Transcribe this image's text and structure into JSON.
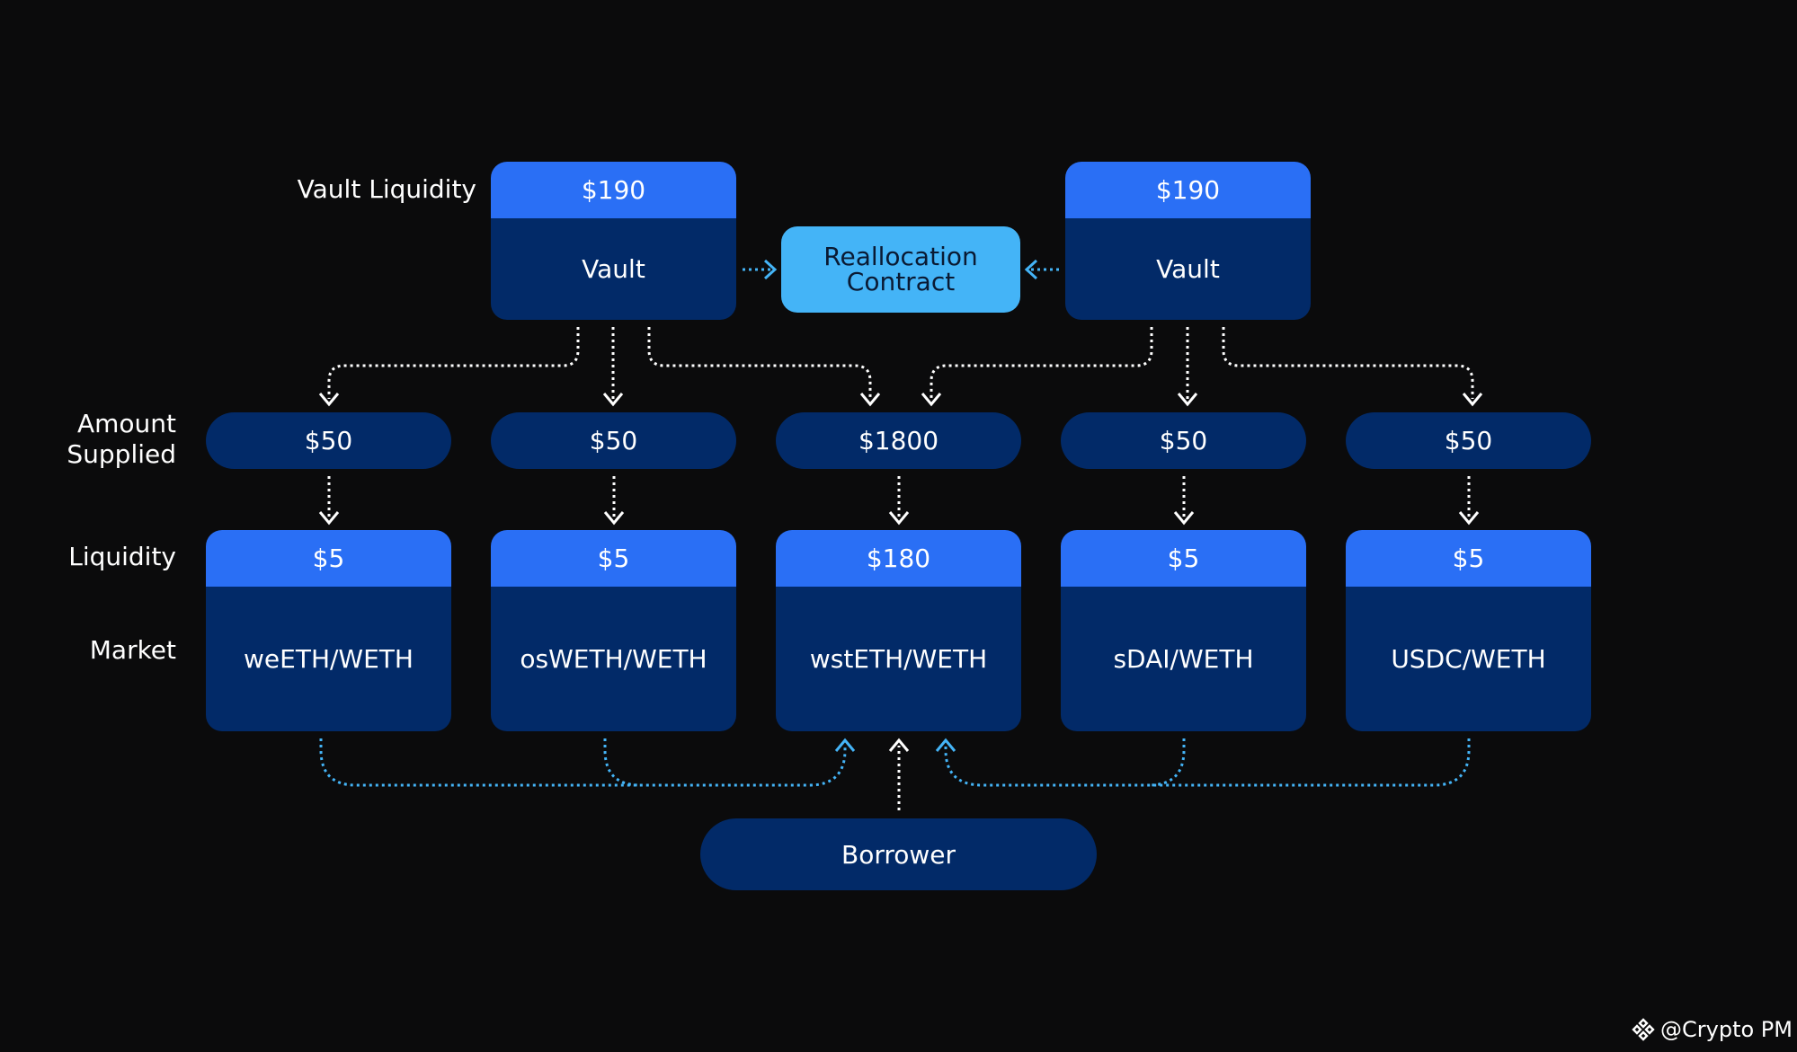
{
  "labels": {
    "vault_liquidity": "Vault Liquidity",
    "amount_supplied_line1": "Amount",
    "amount_supplied_line2": "Supplied",
    "liquidity": "Liquidity",
    "market": "Market"
  },
  "vaults": [
    {
      "liquidity": "$190",
      "label": "Vault"
    },
    {
      "liquidity": "$190",
      "label": "Vault"
    }
  ],
  "reallocation": {
    "line1": "Reallocation",
    "line2": "Contract"
  },
  "supplied": [
    "$50",
    "$50",
    "$1800",
    "$50",
    "$50"
  ],
  "markets": [
    {
      "liquidity": "$5",
      "name": "weETH/WETH"
    },
    {
      "liquidity": "$5",
      "name": "osWETH/WETH"
    },
    {
      "liquidity": "$180",
      "name": "wstETH/WETH"
    },
    {
      "liquidity": "$5",
      "name": "sDAI/WETH"
    },
    {
      "liquidity": "$5",
      "name": "USDC/WETH"
    }
  ],
  "borrower": "Borrower",
  "watermark": "@Crypto PM",
  "colors": {
    "background": "#0b0b0c",
    "header_blue": "#2a6ff5",
    "body_navy": "#022a68",
    "reallocation_cyan": "#44b4f7",
    "connector_white": "#ffffff",
    "connector_blue": "#44b4f7"
  },
  "icons": {
    "watermark_logo": "binance-diamond-icon"
  }
}
